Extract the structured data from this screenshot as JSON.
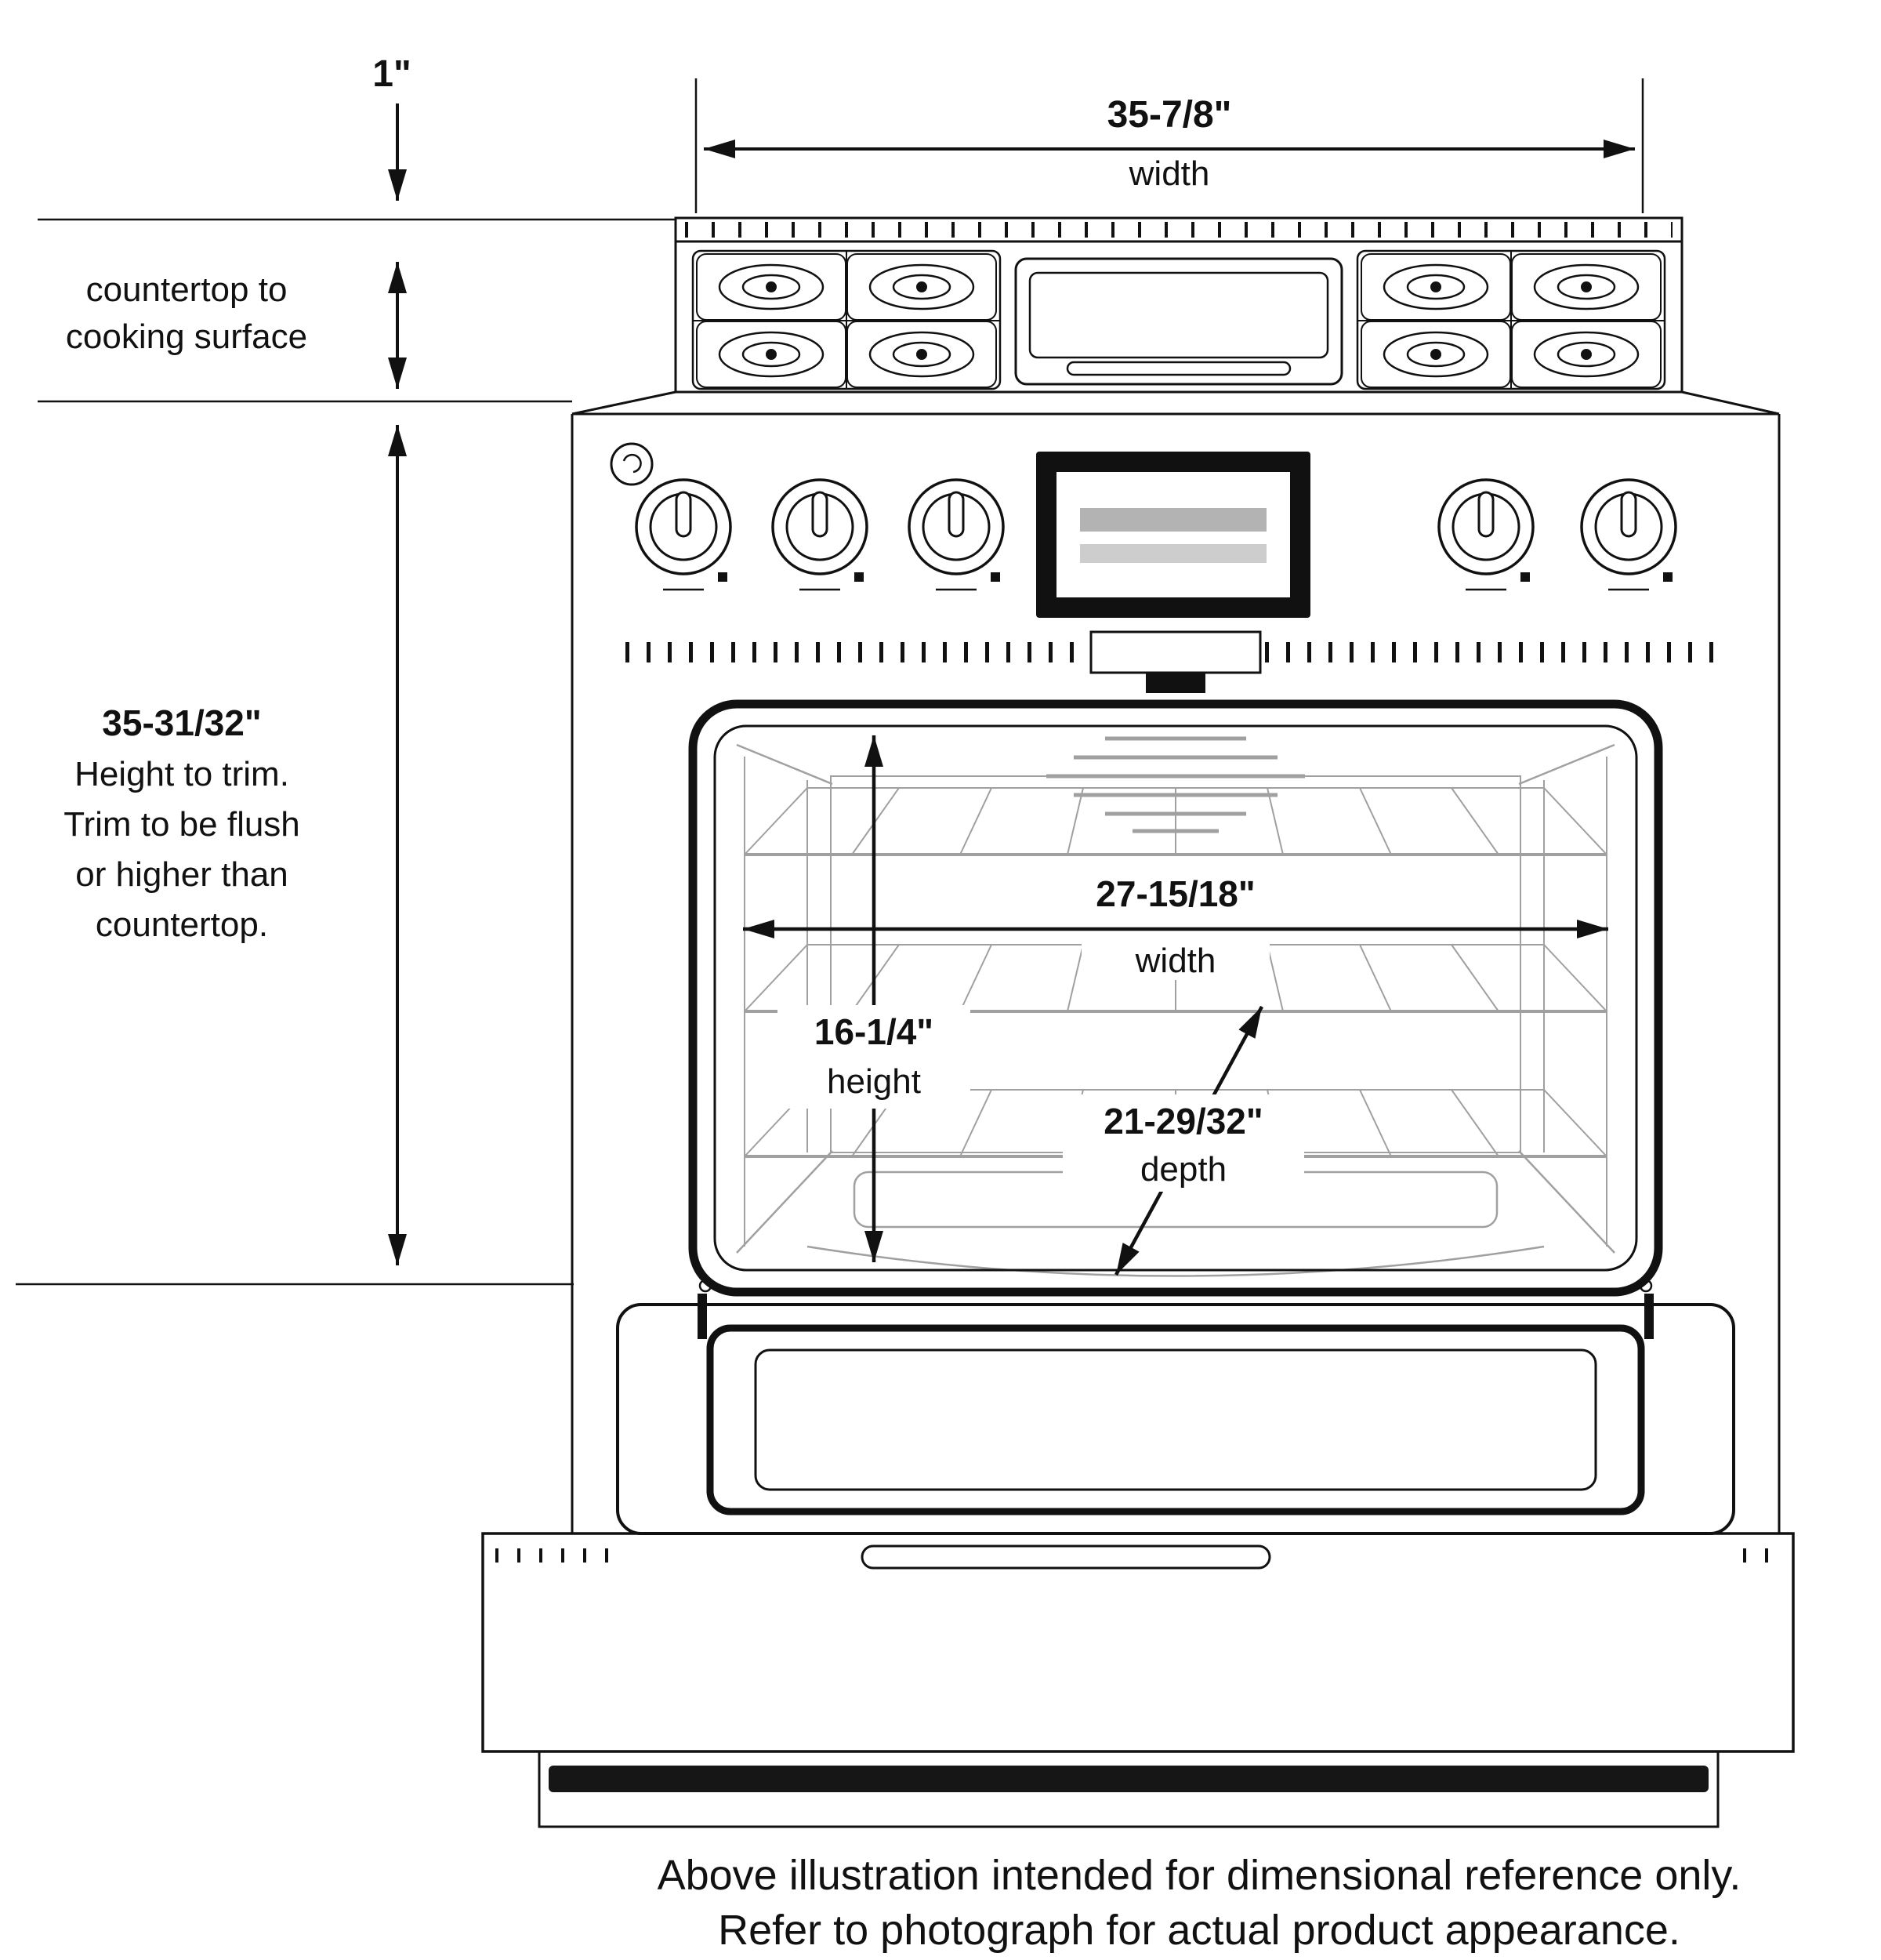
{
  "dims": {
    "top_gap": "1\"",
    "countertop_line1": "countertop to",
    "countertop_line2": "cooking surface",
    "overall_width_value": "35-7/8\"",
    "overall_width_label": "width",
    "height_value": "35-31/32\"",
    "height_line2": "Height to trim.",
    "height_line3": "Trim to be flush",
    "height_line4": "or higher than",
    "height_line5": "countertop.",
    "oven_width_value": "27-15/18\"",
    "oven_width_label": "width",
    "oven_height_value": "16-1/4\"",
    "oven_height_label": "height",
    "oven_depth_value": "21-29/32\"",
    "oven_depth_label": "depth"
  },
  "footer": {
    "line1": "Above illustration intended for dimensional reference only.",
    "line2": "Refer to photograph for actual product appearance."
  },
  "colors": {
    "line": "#111111",
    "rack_gray": "#a0a0a0",
    "screen_bar1": "#b3b3b3",
    "screen_bar2": "#cdcdcd"
  }
}
